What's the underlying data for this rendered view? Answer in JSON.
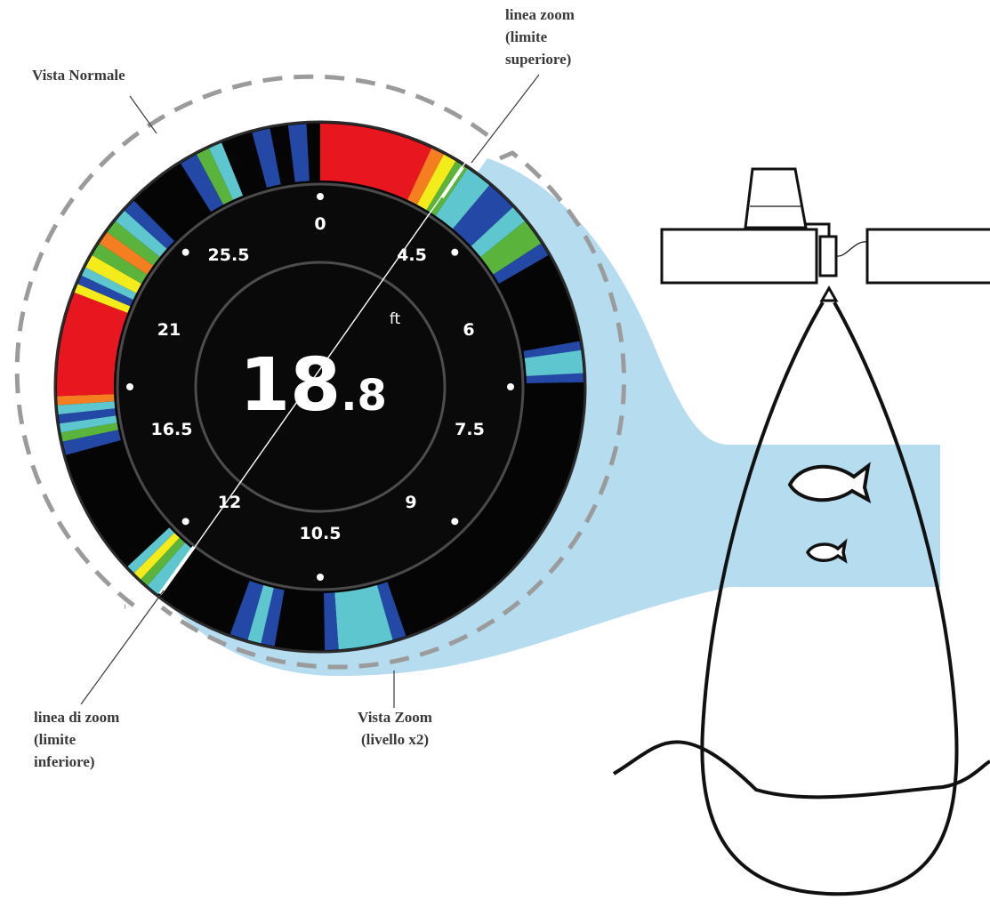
{
  "colors": {
    "background": "#ffffff",
    "zoom_area": "#b5dcef",
    "dial_black": "#050505",
    "red": "#e8161f",
    "orange": "#f57f20",
    "yellow": "#f4eb1a",
    "green": "#5ab43c",
    "cyan": "#5ec6cf",
    "blue": "#2448a6",
    "callout_text": "#3a3a3a",
    "dashed_outline": "#9b9b9b"
  },
  "display": {
    "depth_integer": "18",
    "depth_decimal": ".8",
    "unit": "ft",
    "scale_labels": [
      "0",
      "4.5",
      "6",
      "7.5",
      "9",
      "10.5",
      "12",
      "16.5",
      "21",
      "25.5"
    ]
  },
  "callouts": {
    "normal_view": [
      "Vista Normale"
    ],
    "zoom_upper": [
      "linea zoom",
      "(limite",
      "superiore)"
    ],
    "zoom_lower": [
      "linea di zoom",
      "(limite",
      "inferiore)"
    ],
    "zoom_view": [
      "Vista Zoom",
      "(livello x2)"
    ]
  },
  "icons": {
    "boat": "boat-icon",
    "transducer": "transducer-icon",
    "large_fish": "large-fish-icon",
    "small_fish": "small-fish-icon",
    "sonar_beam": "sonar-cone-icon",
    "lake_bottom": "bottom-line-icon"
  }
}
